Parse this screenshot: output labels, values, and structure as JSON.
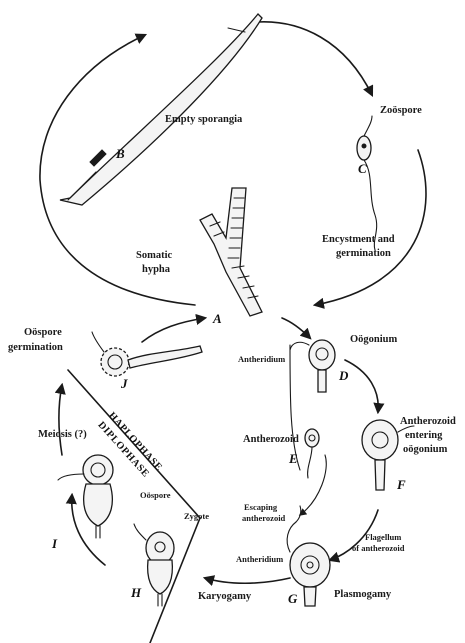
{
  "stages": {
    "zoospore": "Zoöspore",
    "empty_sporangia": "Empty sporangia",
    "encystment": [
      "Encystment and",
      "germination"
    ],
    "somatic_hypha": [
      "Somatic",
      "hypha"
    ],
    "oospore_germination": [
      "Oöspore",
      "germination"
    ],
    "oogonium": "Oögonium",
    "antheridium_at_oogonium": "Antheridium",
    "meiosis": "Meiosis (?)",
    "antherozoid": "Antherozoid",
    "antherozoid_entering": [
      "Antherozoid",
      "entering",
      "oögonium"
    ],
    "escaping_antherozoid": [
      "Escaping",
      "antherozoid"
    ],
    "flagellum": [
      "Flagellum",
      "of antherozoid"
    ],
    "antheridium_at_plasmogamy": "Antheridium",
    "oospore": "Oöspore",
    "zygote": "Zygote",
    "karyogamy": "Karyogamy",
    "plasmogamy": "Plasmogamy"
  },
  "phases": {
    "haploid": "HAPLOPHASE",
    "diploid": "DIPLOPHASE"
  },
  "letters": {
    "a": "A",
    "b": "B",
    "c": "C",
    "d": "D",
    "e": "E",
    "f": "F",
    "g": "G",
    "h": "H",
    "i": "I",
    "j": "J"
  }
}
